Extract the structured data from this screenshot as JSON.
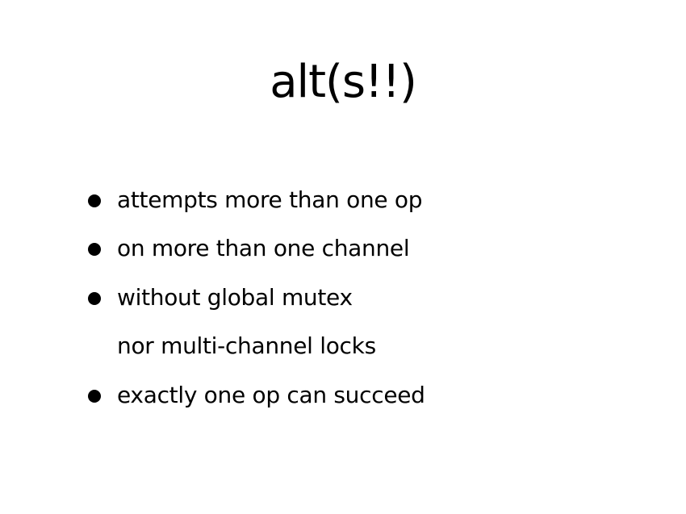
{
  "slide": {
    "title": "alt(s!!)",
    "bullets": [
      {
        "text": "attempts more than one op",
        "has_bullet": true
      },
      {
        "text": "on more than one channel",
        "has_bullet": true
      },
      {
        "text": "without global mutex",
        "has_bullet": true
      },
      {
        "text": "nor multi-channel locks",
        "has_bullet": false
      },
      {
        "text": "exactly one op can succeed",
        "has_bullet": true
      }
    ],
    "colors": {
      "background": "#ffffff",
      "text": "#000000"
    },
    "icons": {
      "bullet": "bullet-dot-icon"
    }
  }
}
